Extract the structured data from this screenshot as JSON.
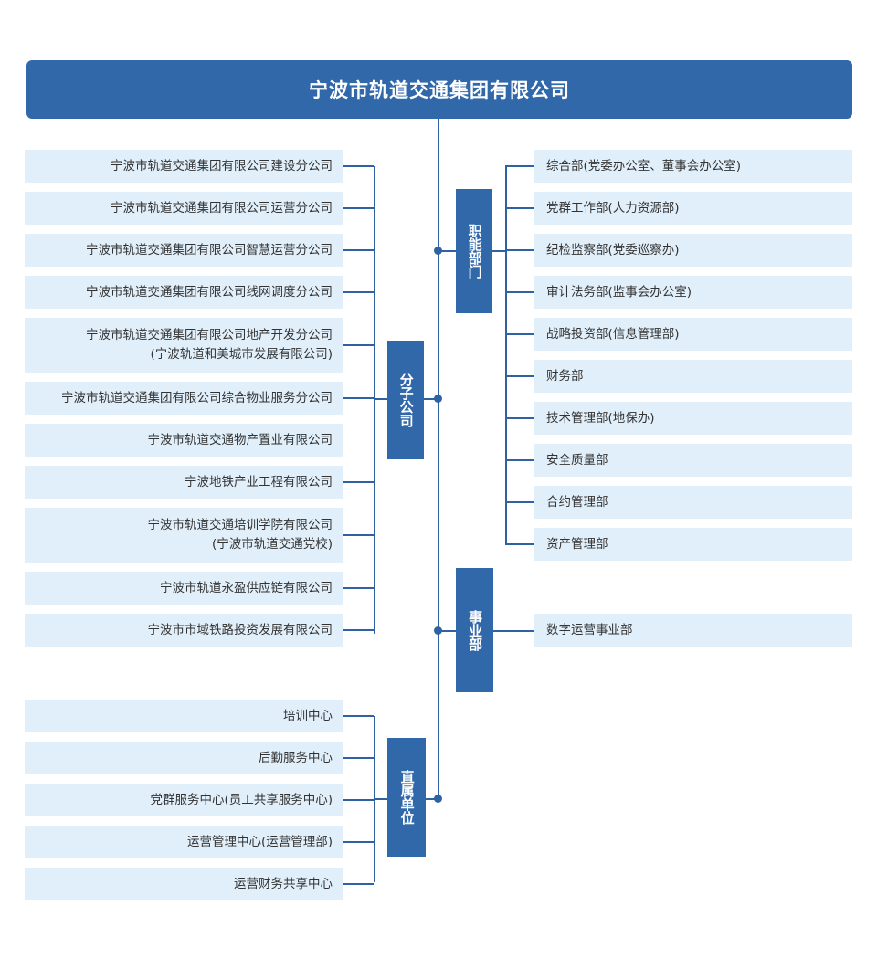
{
  "root": {
    "title": "宁波市轨道交通集团有限公司"
  },
  "categories": {
    "functional": "职能部门",
    "subsidiary": "分子公司",
    "business_unit": "事业部",
    "direct_unit": "直属单位"
  },
  "subsidiaries": [
    {
      "line1": "宁波市轨道交通集团有限公司建设分公司",
      "line2": ""
    },
    {
      "line1": "宁波市轨道交通集团有限公司运营分公司",
      "line2": ""
    },
    {
      "line1": "宁波市轨道交通集团有限公司智慧运营分公司",
      "line2": ""
    },
    {
      "line1": "宁波市轨道交通集团有限公司线网调度分公司",
      "line2": ""
    },
    {
      "line1": "宁波市轨道交通集团有限公司地产开发分公司",
      "line2": "(宁波轨道和美城市发展有限公司)"
    },
    {
      "line1": "宁波市轨道交通集团有限公司综合物业服务分公司",
      "line2": ""
    },
    {
      "line1": "宁波市轨道交通物产置业有限公司",
      "line2": ""
    },
    {
      "line1": "宁波地铁产业工程有限公司",
      "line2": ""
    },
    {
      "line1": "宁波市轨道交通培训学院有限公司",
      "line2": "(宁波市轨道交通党校)"
    },
    {
      "line1": "宁波市轨道永盈供应链有限公司",
      "line2": ""
    },
    {
      "line1": "宁波市市域铁路投资发展有限公司",
      "line2": ""
    }
  ],
  "departments": [
    {
      "line1": "综合部(党委办公室、董事会办公室)",
      "line2": ""
    },
    {
      "line1": "党群工作部(人力资源部)",
      "line2": ""
    },
    {
      "line1": "纪检监察部(党委巡察办)",
      "line2": ""
    },
    {
      "line1": "审计法务部(监事会办公室)",
      "line2": ""
    },
    {
      "line1": "战略投资部(信息管理部)",
      "line2": ""
    },
    {
      "line1": "财务部",
      "line2": ""
    },
    {
      "line1": "技术管理部(地保办)",
      "line2": ""
    },
    {
      "line1": "安全质量部",
      "line2": ""
    },
    {
      "line1": "合约管理部",
      "line2": ""
    },
    {
      "line1": "资产管理部",
      "line2": ""
    }
  ],
  "business_units": [
    {
      "line1": "数字运营事业部",
      "line2": ""
    }
  ],
  "direct_units": [
    {
      "line1": "培训中心",
      "line2": ""
    },
    {
      "line1": "后勤服务中心",
      "line2": ""
    },
    {
      "line1": "党群服务中心(员工共享服务中心)",
      "line2": ""
    },
    {
      "line1": "运营管理中心(运营管理部)",
      "line2": ""
    },
    {
      "line1": "运营财务共享中心",
      "line2": ""
    }
  ],
  "colors": {
    "brand_blue": "#3068aa",
    "line_blue": "#2e62a0",
    "item_bg": "#e1effa",
    "text": "#333333"
  }
}
